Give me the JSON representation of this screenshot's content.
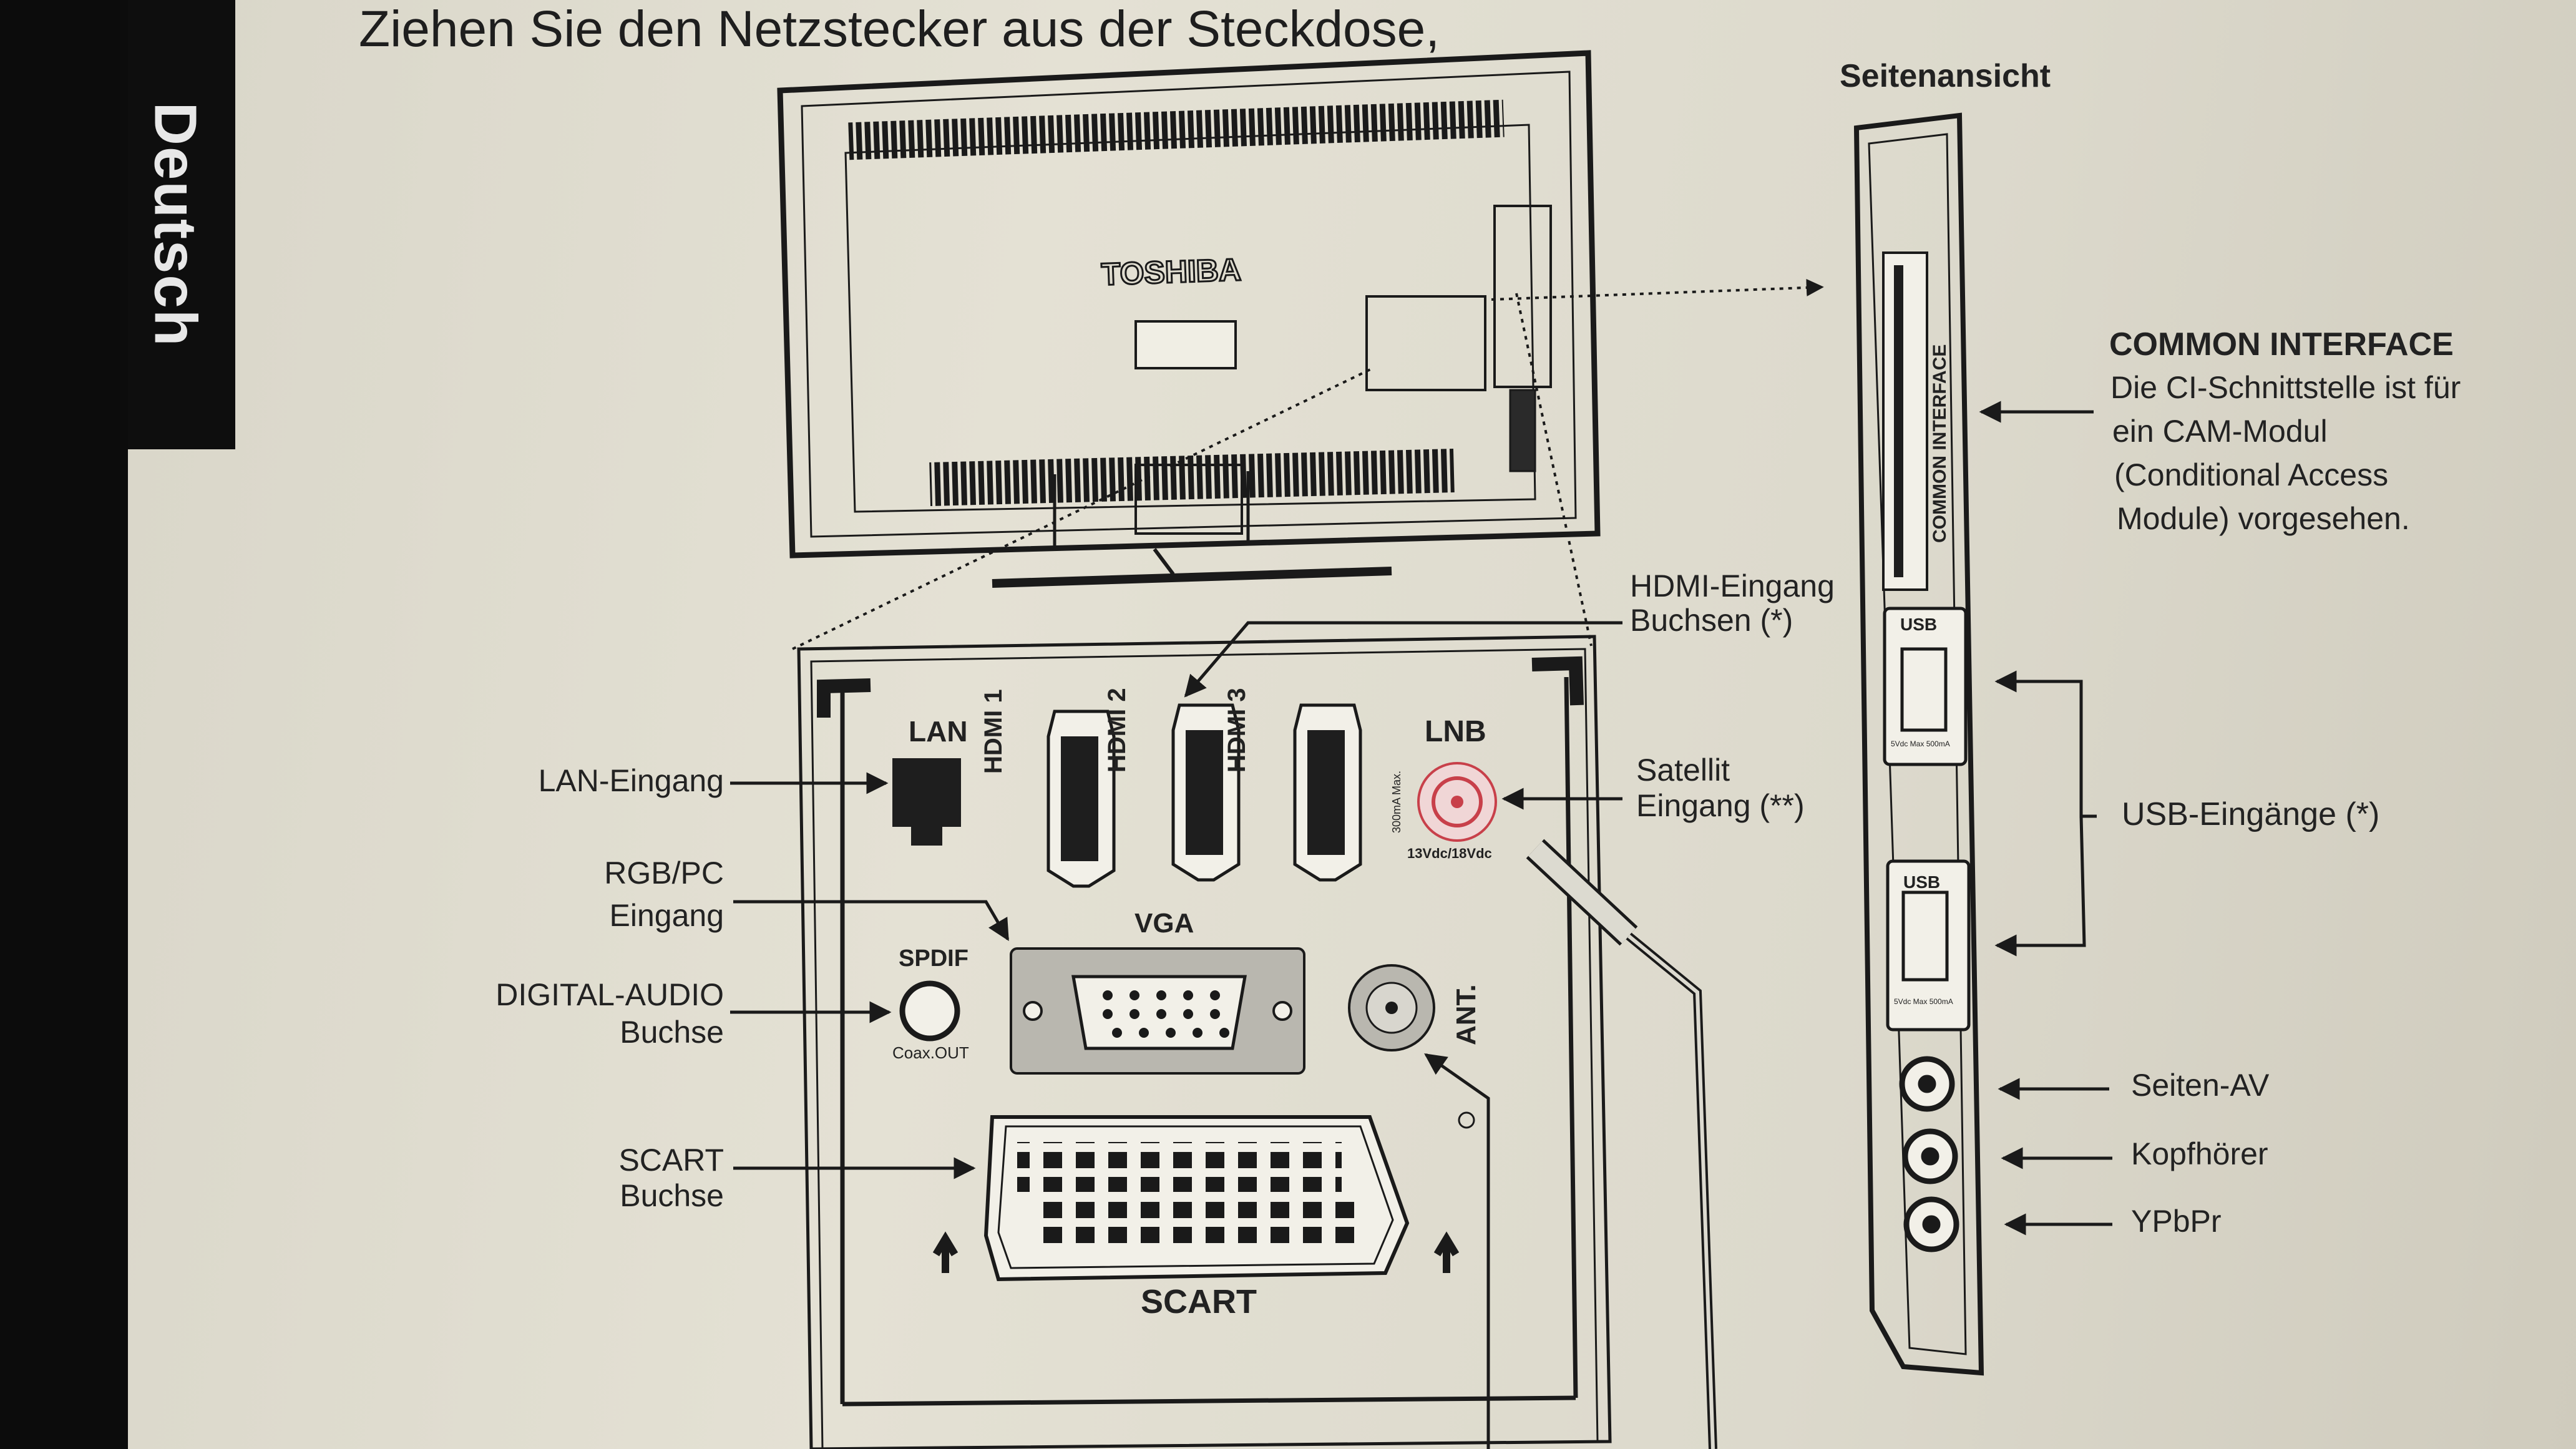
{
  "page": {
    "side_tab": "Deutsch",
    "heading": "Ziehen Sie den Netzstecker aus der Steckdose,",
    "side_view_title": "Seitenansicht",
    "brand": "TOSHIBA"
  },
  "panel_labels": {
    "lan": "LAN",
    "hdmi1": "HDMI 1",
    "hdmi2": "HDMI 2",
    "hdmi3": "HDMI 3",
    "lnb": "LNB",
    "lnb_rating": "300mA Max.",
    "lnb_voltage": "13Vdc/18Vdc",
    "vga": "VGA",
    "spdif": "SPDIF",
    "coax": "Coax.OUT",
    "ant": "ANT.",
    "scart": "SCART"
  },
  "side_labels": {
    "common_interface": "COMMON INTERFACE",
    "usb": "USB",
    "usb_rating": "5Vdc Max 500mA"
  },
  "callouts_left": {
    "lan": "LAN-Eingang",
    "rgb_line1": "RGB/PC",
    "rgb_line2": "Eingang",
    "digital_line1": "DIGITAL-AUDIO",
    "digital_line2": "Buchse",
    "scart_line1": "SCART",
    "scart_line2": "Buchse"
  },
  "callouts_right": {
    "hdmi_line1": "HDMI-Eingang",
    "hdmi_line2": "Buchsen (*)",
    "sat_line1": "Satellit",
    "sat_line2": "Eingang (**)",
    "ci_title": "COMMON INTERFACE",
    "ci_desc": [
      "Die CI-Schnittstelle ist für",
      "ein CAM-Modul",
      "(Conditional Access",
      "Module) vorgesehen."
    ],
    "usb": "USB-Eingänge (*)",
    "side_av": "Seiten-AV",
    "headphones": "Kopfhörer",
    "ypbpr": "YPbPr"
  },
  "colors": {
    "paper": "#dedbce",
    "ink": "#1e1e1e",
    "tab": "#0e0e0e",
    "lnb_ring": "#c8404a"
  }
}
